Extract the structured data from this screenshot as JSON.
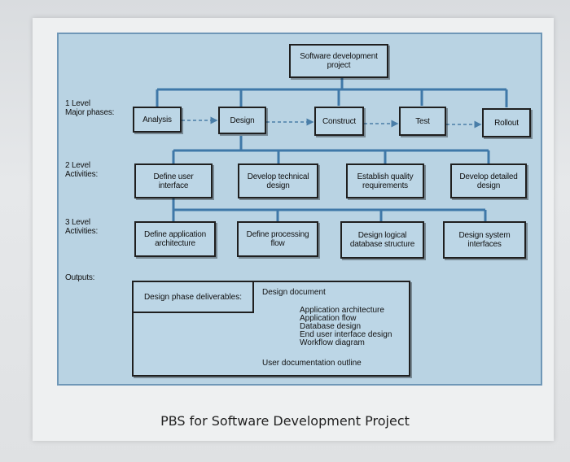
{
  "diagram": {
    "root": "Software development\nproject",
    "phases": [
      "Analysis",
      "Design",
      "Construct",
      "Test",
      "Rollout"
    ],
    "level1_label": "1 Level\nMajor phases:",
    "level2_label": "2 Level\nActivities:",
    "level3_label": "3 Level\nActivities:",
    "outputs_label": "Outputs:",
    "level2": [
      "Define user\ninterface",
      "Develop technical\ndesign",
      "Establish quality\nrequirements",
      "Develop detailed\ndesign"
    ],
    "level3": [
      "Define application\narchitecture",
      "Define processing\nflow",
      "Design logical\ndatabase structure",
      "Design system\ninterfaces"
    ],
    "outputs": {
      "tab_label": "Design phase deliverables:",
      "heading": "Design document",
      "items": [
        "Application architecture",
        "Application flow",
        "Database design",
        "End user interface design",
        "Workflow diagram"
      ],
      "footer": "User documentation outline"
    }
  },
  "caption": "PBS for Software Development Project"
}
